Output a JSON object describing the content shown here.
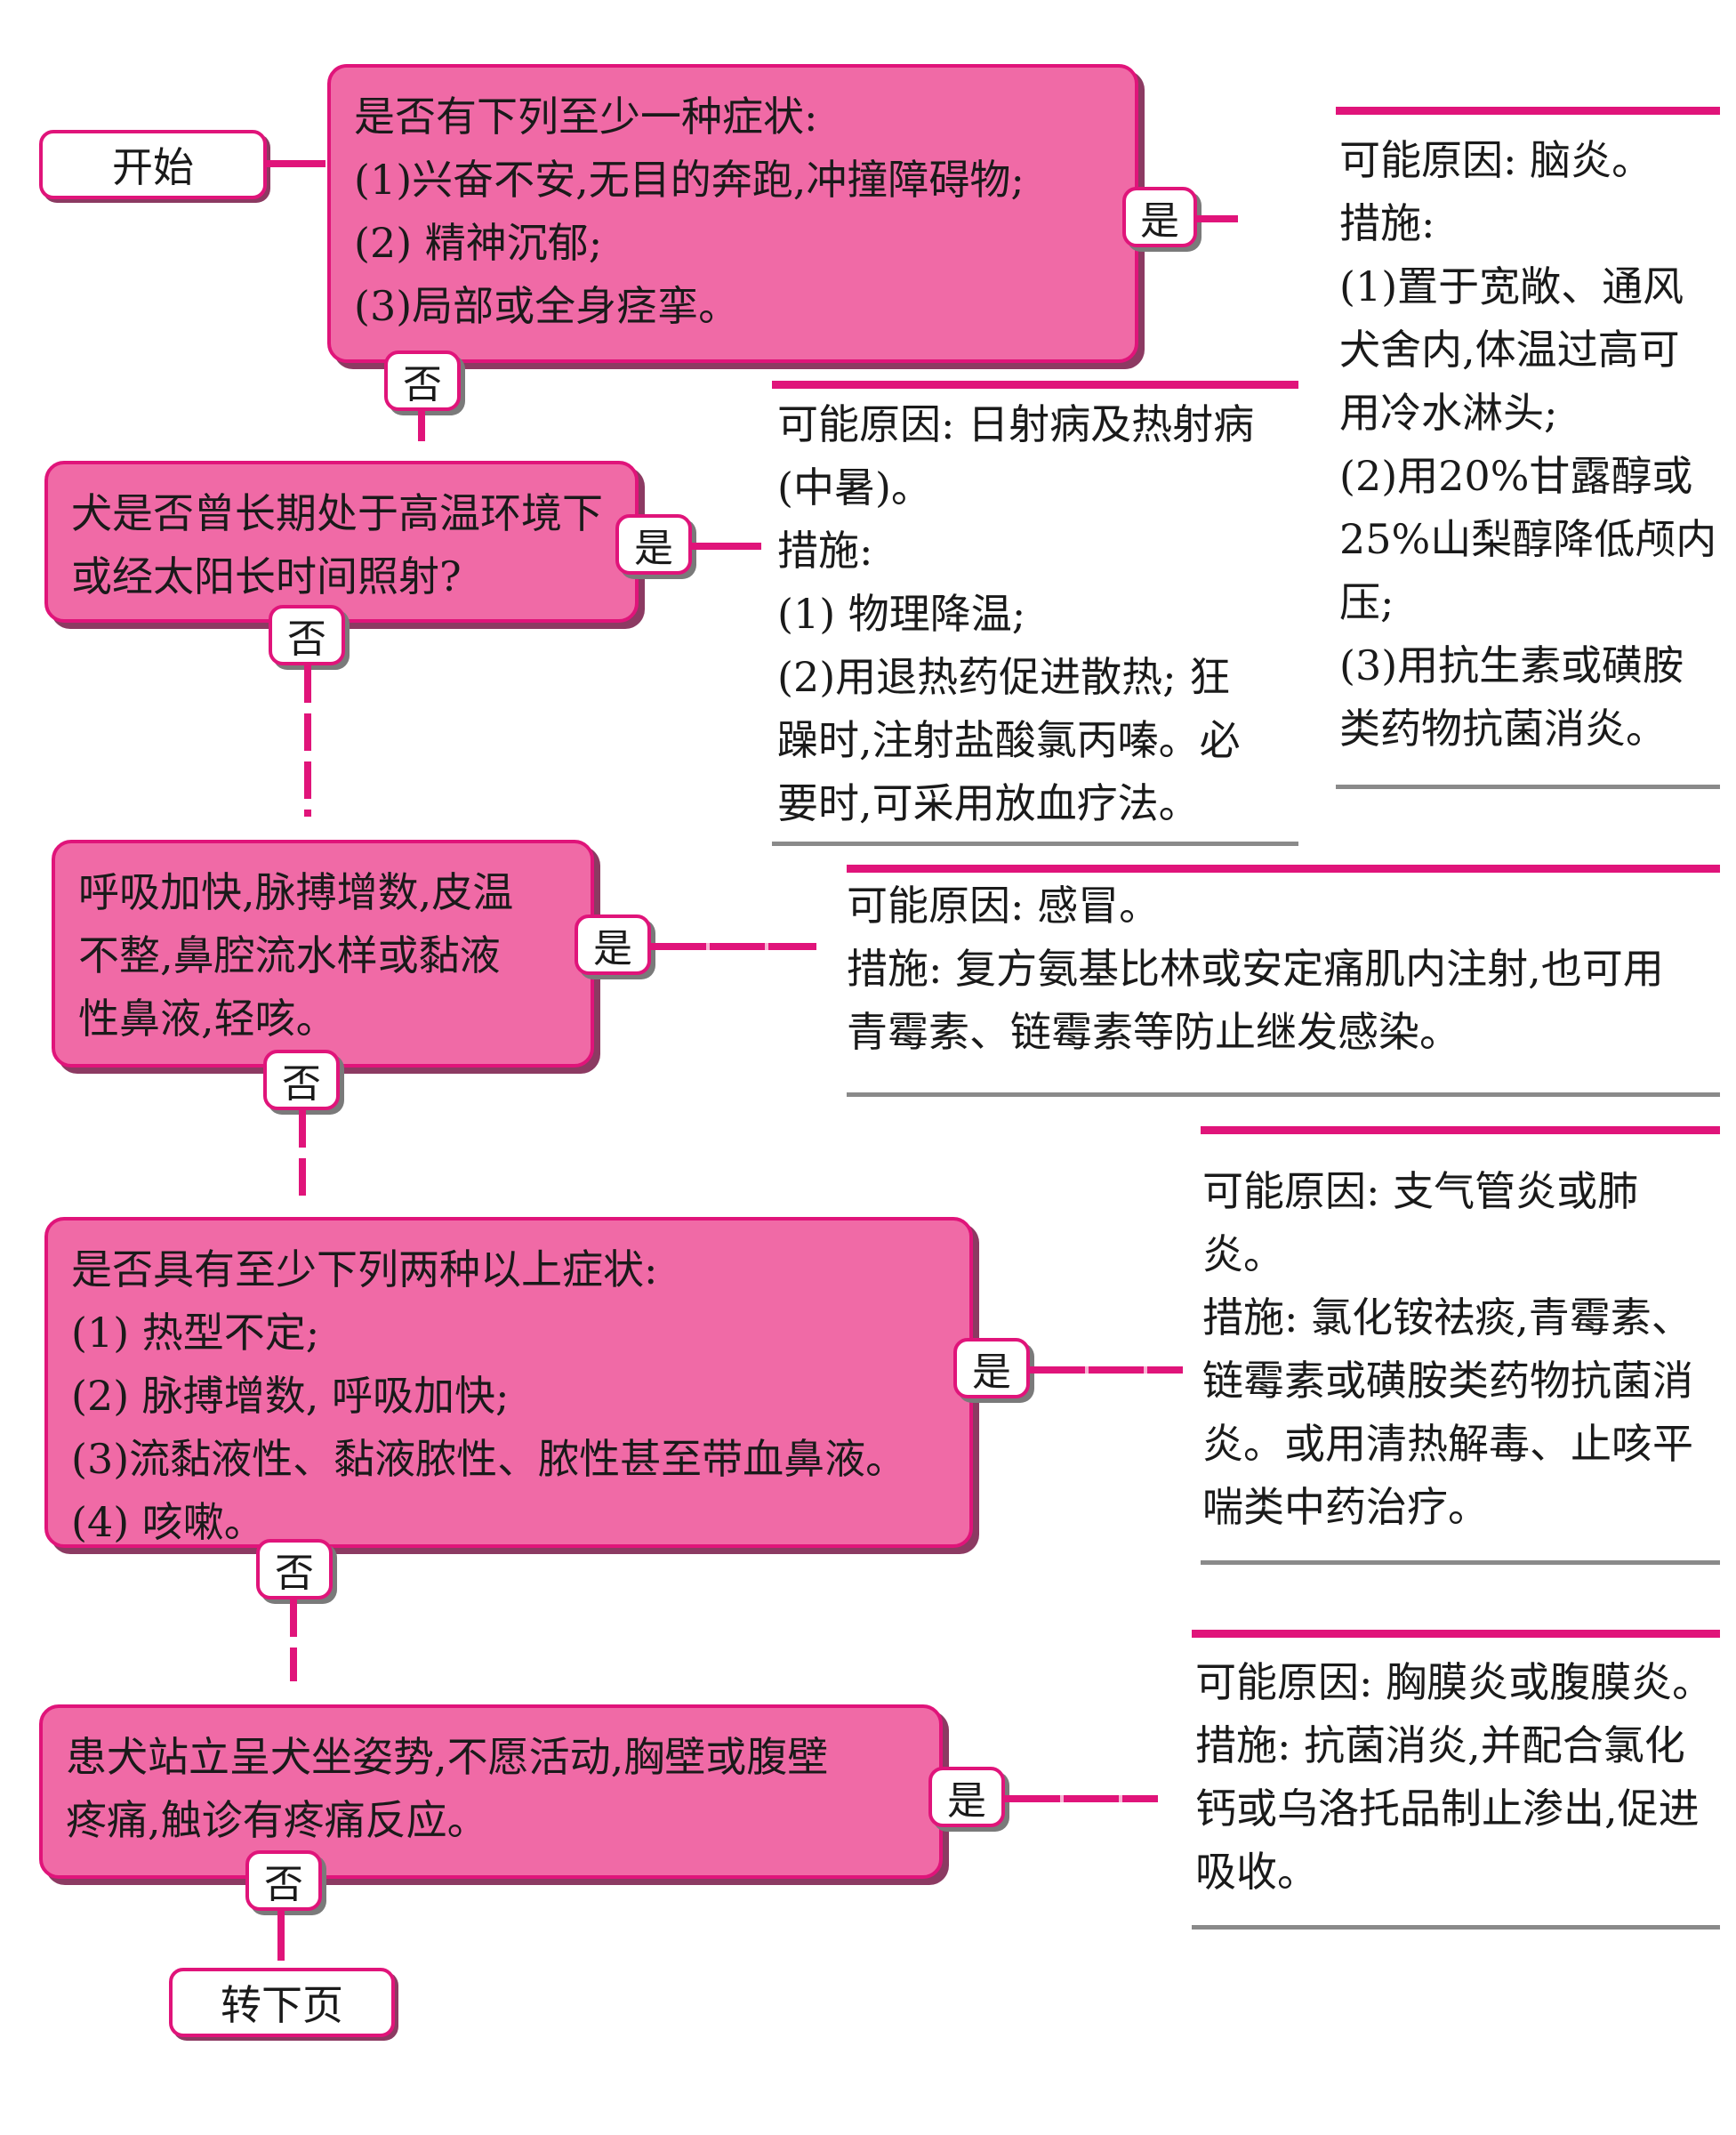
{
  "flow": {
    "start_label": "开始",
    "end_label": "转下页",
    "yes_label": "是",
    "no_label": "否",
    "steps": [
      {
        "question": [
          "是否有下列至少一种症状:",
          "(1)兴奋不安,无目的奔跑,冲撞障碍物;",
          "(2) 精神沉郁;",
          "(3)局部或全身痉挛。"
        ],
        "result": [
          "可能原因: 脑炎。",
          "措施:",
          "(1)置于宽敞、通风",
          "犬舍内,体温过高可",
          "用冷水淋头;",
          "(2)用20%甘露醇或",
          "25%山梨醇降低颅内",
          "压;",
          "(3)用抗生素或磺胺",
          "类药物抗菌消炎。"
        ]
      },
      {
        "question": [
          "犬是否曾长期处于高温环境下",
          "或经太阳长时间照射?"
        ],
        "result": [
          "可能原因: 日射病及热射病",
          "(中暑)。",
          "措施:",
          "(1) 物理降温;",
          "(2)用退热药促进散热; 狂",
          "躁时,注射盐酸氯丙嗪。必",
          "要时,可采用放血疗法。"
        ]
      },
      {
        "question": [
          "呼吸加快,脉搏增数,皮温",
          "不整,鼻腔流水样或黏液",
          "性鼻液,轻咳。"
        ],
        "result": [
          "可能原因: 感冒。",
          "措施: 复方氨基比林或安定痛肌内注射,也可用",
          "青霉素、链霉素等防止继发感染。"
        ]
      },
      {
        "question": [
          "是否具有至少下列两种以上症状:",
          "(1) 热型不定;",
          "(2) 脉搏增数, 呼吸加快;",
          "(3)流黏液性、黏液脓性、脓性甚至带血鼻液。",
          "(4) 咳嗽。"
        ],
        "result": [
          "可能原因: 支气管炎或肺",
          "炎。",
          "措施: 氯化铵祛痰,青霉素、",
          "链霉素或磺胺类药物抗菌消",
          "炎。或用清热解毒、止咳平",
          "喘类中药治疗。"
        ]
      },
      {
        "question": [
          "患犬站立呈犬坐姿势,不愿活动,胸壁或腹壁",
          "疼痛,触诊有疼痛反应。"
        ],
        "result": [
          "可能原因: 胸膜炎或腹膜炎。",
          "措施: 抗菌消炎,并配合氯化",
          "钙或乌洛托品制止渗出,促进",
          "吸收。"
        ]
      }
    ]
  }
}
